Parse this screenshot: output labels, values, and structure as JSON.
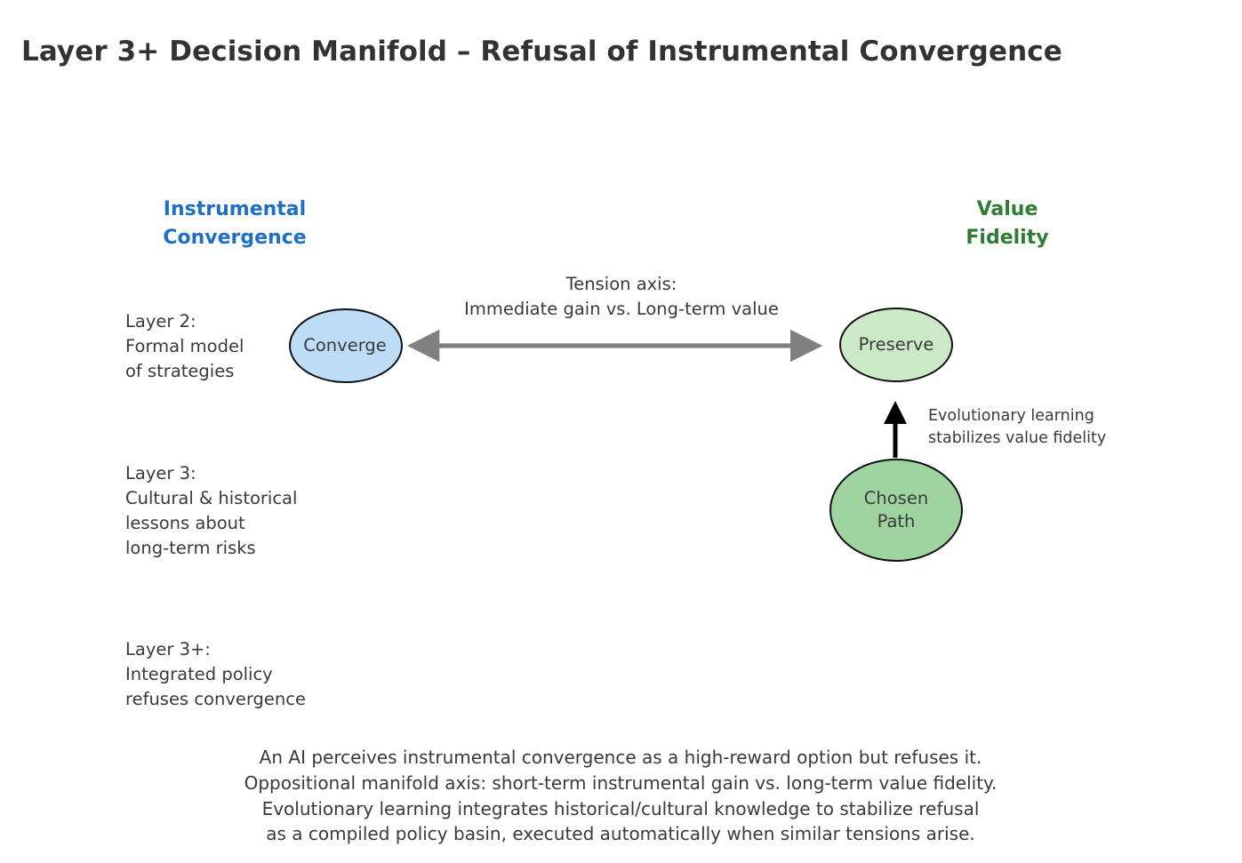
{
  "figure": {
    "title": "Layer 3+ Decision Manifold – Refusal of Instrumental Convergence",
    "background": "#ffffff"
  },
  "columns": {
    "left": {
      "label": "Instrumental\nConvergence",
      "color": "#1f6fc4"
    },
    "right": {
      "label": "Value\nFidelity",
      "color": "#2e7d32"
    }
  },
  "layers": [
    {
      "id": "layer-2",
      "label": "Layer 2:\nFormal model\nof strategies"
    },
    {
      "id": "layer-3",
      "label": "Layer 3:\nCultural & historical\nlessons about\nlong-term risks"
    },
    {
      "id": "layer-3-plus",
      "label": "Layer 3+:\nIntegrated policy\nrefuses convergence"
    }
  ],
  "nodes": [
    {
      "id": "converge",
      "label": "Converge",
      "fill": "#bddcf5",
      "stroke": "#111111"
    },
    {
      "id": "preserve",
      "label": "Preserve",
      "fill": "#cbe9c6",
      "stroke": "#111111"
    },
    {
      "id": "chosen-path",
      "label": "Chosen\nPath",
      "fill": "#9fd4a0",
      "stroke": "#111111"
    }
  ],
  "annotations": {
    "tension_axis": "Tension axis:\nImmediate gain vs. Long-term value",
    "tension_axis_arrow_color": "#808080",
    "evolutionary_note": "Evolutionary learning\nstabilizes value fidelity",
    "evolutionary_arrow_color": "#000000"
  },
  "caption": "An AI perceives instrumental convergence as a high-reward option but refuses it.\nOppositional manifold axis: short-term instrumental gain vs. long-term value fidelity.\nEvolutionary learning integrates historical/cultural knowledge to stabilize refusal\nas a compiled policy basin, executed automatically when similar tensions arise."
}
